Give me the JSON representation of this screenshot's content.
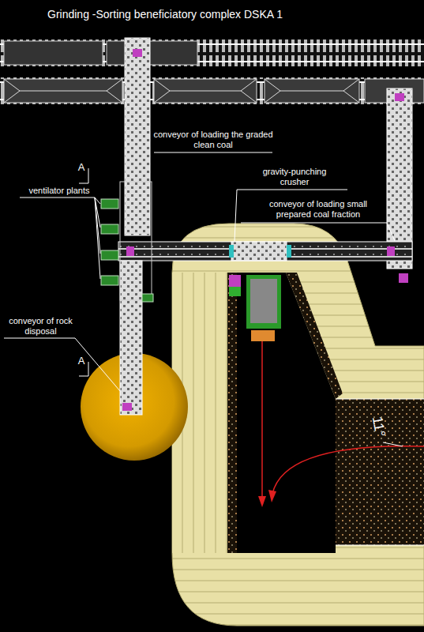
{
  "diagram": {
    "title": "Grinding -Sorting beneficiatory complex DSKA 1",
    "labels": [
      "conveyor of loading the graded clean coal",
      "A",
      "ventilator plants",
      "gravity-punching crusher",
      "conveyor of loading small prepared coal fraction",
      "conveyor of rock disposal",
      "A",
      "11°"
    ]
  }
}
